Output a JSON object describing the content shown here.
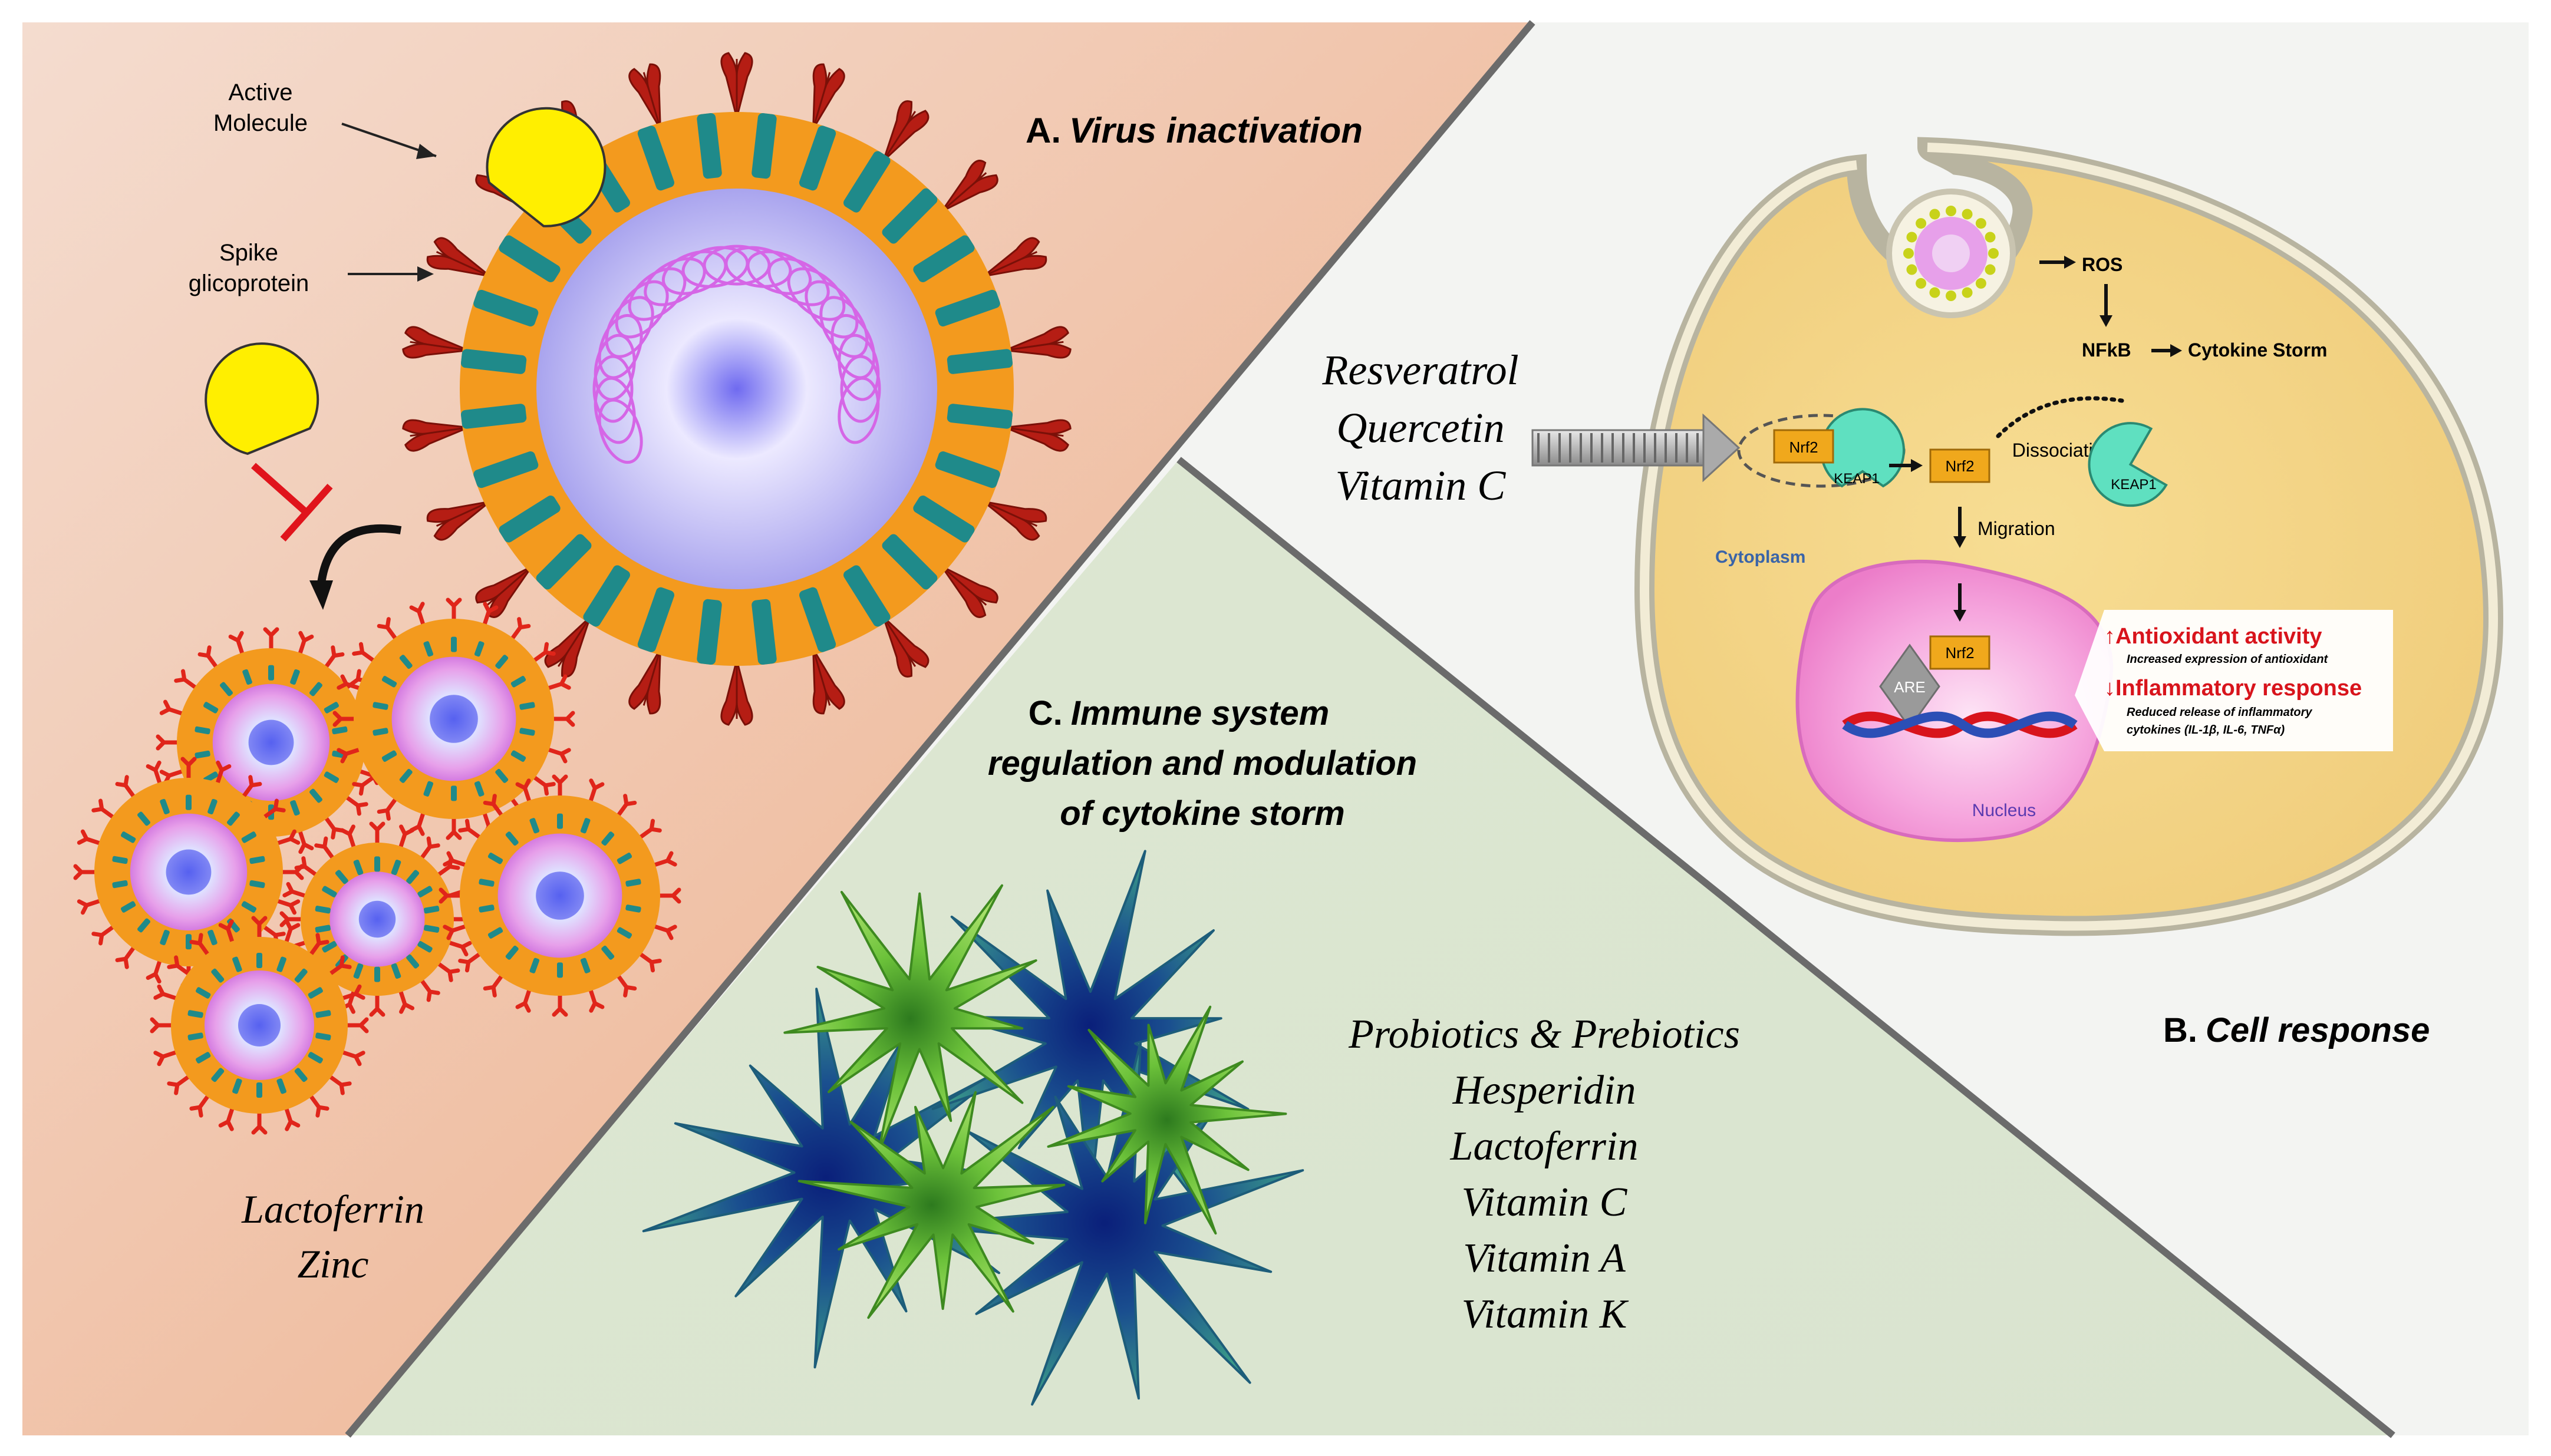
{
  "panels": {
    "a": {
      "title_letter": "A.",
      "title_text": "Virus inactivation",
      "label_active_molecule_line1": "Active",
      "label_active_molecule_line2": "Molecule",
      "label_spike_line1": "Spike",
      "label_spike_line2": "glicoprotein",
      "agents": [
        "Lactoferrin",
        "Zinc"
      ]
    },
    "b": {
      "title_letter": "B.",
      "title_text": "Cell response",
      "agents": [
        "Resveratrol",
        "Quercetin",
        "Vitamin C"
      ],
      "ros": "ROS",
      "nfkb": "NFkB",
      "cytokine_storm": "Cytokine Storm",
      "nrf2": "Nrf2",
      "keap1": "KEAP1",
      "dissociation": "Dissociation",
      "migration": "Migration",
      "cytoplasm": "Cytoplasm",
      "nucleus": "Nucleus",
      "are": "ARE",
      "antioxidant_title": "Antioxidant activity",
      "antioxidant_sub": "Increased expression of antioxidant",
      "inflammatory_title": "Inflammatory response",
      "inflammatory_sub1": "Reduced release of inflammatory",
      "inflammatory_sub2": "cytokines (IL-1β, IL-6, TNFα)"
    },
    "c": {
      "title_line1_letter": "C.",
      "title_line1_text": "Immune system",
      "title_line2": "regulation and modulation",
      "title_line3": "of cytokine storm",
      "agents": [
        "Probiotics & Prebiotics",
        "Hesperidin",
        "Lactoferrin",
        "Vitamin C",
        "Vitamin A",
        "Vitamin K"
      ]
    }
  },
  "colors": {
    "panel_a_bg": "#f2c3a8",
    "panel_b_bg": "#f3f4f2",
    "panel_c_bg": "#dfe8d4",
    "divider": "#6b6b6b",
    "virus_envelope": "#f39a1e",
    "virus_core": "#b8b4f4",
    "spike": "#b51d14",
    "membrane_protein": "#1f8a8a",
    "active_molecule": "#ffef00",
    "inhibit": "#e0141c",
    "cell": "#f5d88a",
    "nucleus": "#f38cd4",
    "nrf2": "#f0a81c",
    "keap1": "#5fe0c0",
    "highlight_red": "#d8141c"
  }
}
